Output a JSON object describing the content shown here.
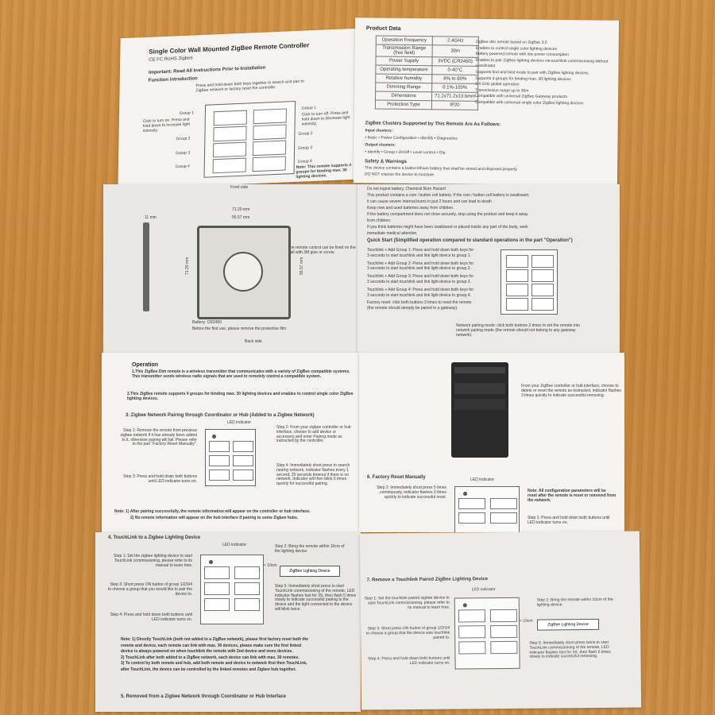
{
  "top": {
    "title": "Single Color Wall Mounted ZigBee Remote Controller",
    "cert": "CE FC RoHS Zigbee",
    "important": "Important: Read All Instructions Prior to Installation",
    "function_intro": "Function introduction",
    "press_hold": "Press and hold down both keys together to search and pair to ZigBee network or factory reset the controller.",
    "group1_left": "Group 1",
    "click_on": "Click to turn on. Press and hold down to increase light intensity.",
    "group1_right": "Group 1",
    "click_off": "Click to turn off. Press and hold down to decrease light intensity.",
    "group2_l": "Group 2",
    "group3_l": "Group 3",
    "group4_l": "Group 4",
    "group2_r": "Group 2",
    "group3_r": "Group 3",
    "group4_r": "Group 4",
    "note": "Note: This remote supports 4 groups for binding max. 30 lighting devices.",
    "front_side": "Front side",
    "dim_11": "11 mm",
    "dim_7120": "71.20 mm",
    "dim_5557": "55.57 mm",
    "dim_v7120": "71.20 mm",
    "dim_v5557": "55.57 mm",
    "fix_note": "The remote control can be fixed on the wall with 3M glue or screw.",
    "battery": "Battery: CR2450",
    "battery_note": "Before the first use, please remove the protective film",
    "back_side": "Back side"
  },
  "product": {
    "heading": "Product Data",
    "table": [
      [
        "Operation Frequency",
        "2.4GHz"
      ],
      [
        "Transmission Range (free field)",
        "30m"
      ],
      [
        "Power Supply",
        "3VDC (CR2450)"
      ],
      [
        "Operating temperature",
        "0-40°C"
      ],
      [
        "Relative humidity",
        "8% to 80%"
      ],
      [
        "Dimming Range",
        "0.1%-100%"
      ],
      [
        "Dimensions",
        "71.2x71.2x13.6mm"
      ],
      [
        "Protection Type",
        "IP20"
      ]
    ],
    "bullets": [
      "ZigBee dim remote based on ZigBee 3.0",
      "Enables to control single color lighting devices",
      "Battery powered remote with low power consumption",
      "Enables to pair ZigBee lighting devices via touchlink commissioning without coordinator",
      "Supports find and bind mode to pair with ZigBee lighting devices",
      "Supports 4 groups for binding max. 30 lighting devices",
      "2.4 GHz global operation",
      "Transmission range up to 30m",
      "Compatible with universal ZigBee Gateway products",
      "Compatible with universal single color ZigBee lighting devices"
    ],
    "clusters_head": "ZigBee Clusters Supported by This Remote Are As Follows:",
    "input_clusters": "Input clusters:",
    "input_list": "• Basic   • Power Configuration   • Identify   • Diagnostics",
    "output_clusters": "Output clusters:",
    "output_list": "• Identify   • Group   • On/off   • Level control   • Ota",
    "safety_head": "Safety & Warnings",
    "safety": [
      "This device contains a button lithium battery that shall be stored and disposed properly.",
      "DO NOT expose the device to moisture.",
      "Do not ingest battery, Chemical Burn Hazard",
      "This product contains a coin / button cell battery. If the coin / button cell battery is swallowed,",
      "it can cause severe internal burns in just 2 hours and can lead to death",
      "Keep new and used batteries away from children.",
      "If the battery compartment does not close securely, stop using the product and keep it away",
      "from children.",
      "If you think batteries might have been swallowed or placed inside any part of the body, seek",
      "immediate medical attention."
    ],
    "quick_head": "Quick Start (Simplified operation compared to standard operations in the part \"Operation\")",
    "quick": [
      "Touchlink + Add Group 1: Press and hold down both keys for 3 seconds to start touchlink and link light device to group 1.",
      "Touchlink + Add Group 2: Press and hold down both keys for 3 seconds to start touchlink and link light device to group 2.",
      "Touchlink + Add Group 3: Press and hold down both keys for 3 seconds to start touchlink and link light device to group 3.",
      "Touchlink + Add Group 4: Press and hold down both keys for 3 seconds to start touchlink and link light device to group 4.",
      "Factory reset: click both buttons 3 times to reset the remote (the remote should already be paired to a gateway)."
    ],
    "network_note": "Network pairing mode: click both buttons 3 times to set the remote into network pairing mode (the remote should not belong to any gateway network)."
  },
  "operation": {
    "heading": "Operation",
    "p1": "1.This ZigBee Dim remote is a wireless transmitter that communicates with a variety of ZigBee compatible systems. This transmitter sends wireless radio signals that are used to remotely control a compatible system.",
    "p2": "2.This ZigBee remote supports 4 groups for binding max. 30 lighting devices and enables to control single color ZigBee lighting devices.",
    "s3_head": "3. Zigbee Network Pairing through Coordinator or Hub (Added to a Zigbee Network)",
    "led_indicator": "LED indicator",
    "step1": "Step 1: Remove the remote from previous zigbee network if it has already been added to it, otherwise pairing will fail. Please refer to the part \"Factory Reset Manually\".",
    "step2": "Step 2: From your zigbee controller or hub interface, choose to add device or accessory and enter Pairing mode as instructed by the controller.",
    "step3": "Step 3: Press and hold down both buttons until LED indicator turns on.",
    "step4": "Step 4: Immediately short press to search nearby network, indicator flashes every 1 second, 20 seconds timeout if there is no network. Indicator will then blink 5 times quickly for successful pairing.",
    "note1": "Note: 1) After pairing successfully, the remote information will appear on the controller or hub interface.",
    "note2": "2) No remote information will appear on the hub interface if pairing to some Zigbee hubs.",
    "hub_text": "From your ZigBee controller or hub interface, choose to delete or reset the remote as instructed, indicator flashes 3 times quickly to indicate successful removing.",
    "s6_head": "6. Factory Reset Manually",
    "s6_step2": "Step 2: Immediately short press 5 times continuously, indicator flashes 3 times quickly to indicate successful reset.",
    "s6_led": "LED indicator",
    "s6_note": "Note: All configuration parameters will be reset after the remote is reset or removed from the network.",
    "s6_step1": "Step 1: Press and hold down both buttons until LED indicator turns on."
  },
  "bottom": {
    "s4_head": "4. TouchLink to a Zigbee Lighting Device",
    "led_indicator": "LED indicator",
    "step1": "Step 1: Set the zigbee lighting device to start TouchLink commissioning, please refer to its manual to learn how.",
    "step2": "Step 2: Bring the remote within 10cm of the lighting device.",
    "range": "< 10cm",
    "device_box": "ZigBee Lighting Device",
    "step3": "Step 3: Short press ON button of group 1/2/3/4 to choose a group that you would like to pair the device to.",
    "step4": "Step 4: Press and hold down both buttons until LED indicator turns on.",
    "step5": "Step 5: Immediately short press to start TouchLink commissioning of the remote, LED indicator flashes fast for 3S, then flash 5 times slowly to indicate successful pairing to the device and the light connected to the device will blink twice.",
    "note": [
      "Note: 1) Directly TouchLink (both not added to a ZigBee network), please first factory reset both the",
      "remote and device, each remote can link with max. 30 devices, please make sure the first linked",
      "device is always powered on when touchlink the remote with 2nd device and more devices.",
      "2) TouchLink after both added to a ZigBee network, each device can link with max. 30 remotes.",
      "3) To control by both remote and hub, add both remote and device to network first then TouchLink,",
      "after TouchLink, the device can be controlled by the linked remotes and Zigbee hub together."
    ],
    "s5_head": "5. Removed from a Zigbee Network through Coordinator or Hub Interface",
    "s7_head": "7. Remove a Touchlink Paired ZigBee Lighting Device",
    "s7_led": "LED indicator",
    "s7_step1": "Step 1: Set the touchlink paired zigbee device to start TouchLink commissioning, please refer to its manual to learn how.",
    "s7_step2": "Step 2: Bring the remote within 10cm of the lighting device.",
    "s7_range": "< 10cm",
    "s7_box": "ZigBee Lighting Device",
    "s7_step3": "Step 3: Short press ON button of group 1/2/3/4 to choose a group that the device was touchlink paired to.",
    "s7_step4": "Step 4: Press and hold down both buttons until LED indicator turns on.",
    "s7_step5": "Step 5: Immediately short press twice to start TouchLink commissioning of the remote, LED indicator flashes fast for 3S, then flash 5 times slowly to indicate successful removing."
  }
}
